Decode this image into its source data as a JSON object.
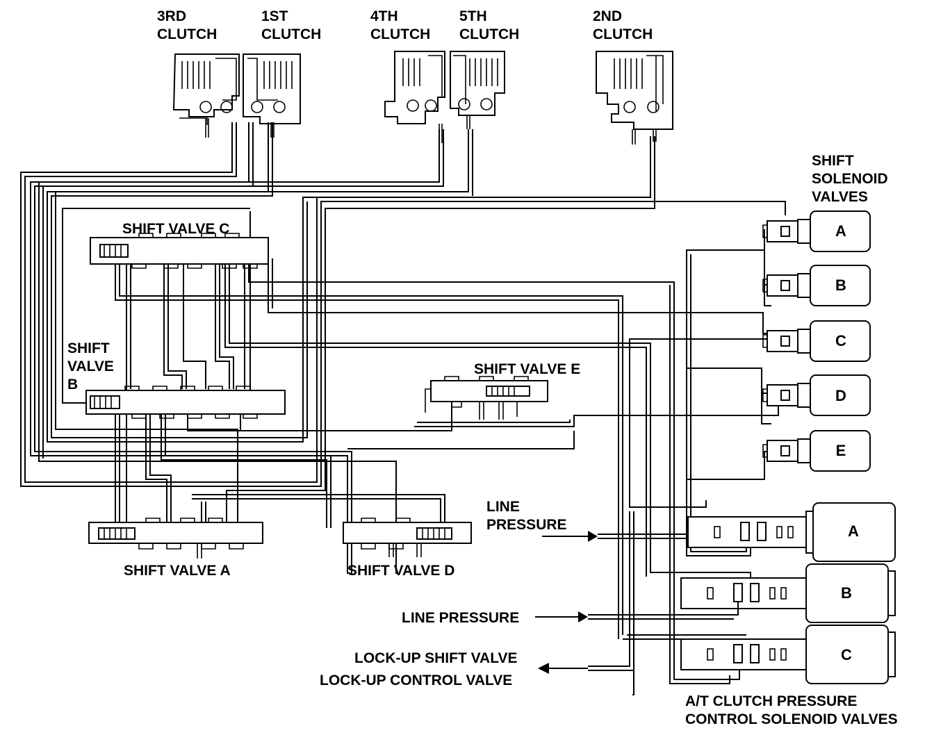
{
  "labels": {
    "clutch_3rd": [
      "3RD",
      "CLUTCH"
    ],
    "clutch_1st": [
      "1ST",
      "CLUTCH"
    ],
    "clutch_4th": [
      "4TH",
      "CLUTCH"
    ],
    "clutch_5th": [
      "5TH",
      "CLUTCH"
    ],
    "clutch_2nd": [
      "2ND",
      "CLUTCH"
    ],
    "shift_solenoid_valves": [
      "SHIFT",
      "SOLENOID",
      "VALVES"
    ],
    "shift_valve_c": "SHIFT VALVE C",
    "shift_valve_b": [
      "SHIFT",
      "VALVE",
      "B"
    ],
    "shift_valve_e": "SHIFT VALVE E",
    "shift_valve_a": "SHIFT VALVE A",
    "shift_valve_d": "SHIFT VALVE D",
    "line_pressure_1": [
      "LINE",
      "PRESSURE"
    ],
    "line_pressure_2": "LINE PRESSURE",
    "lockup_shift": "LOCK-UP SHIFT VALVE",
    "lockup_control": "LOCK-UP CONTROL VALVE",
    "at_clutch": [
      "A/T CLUTCH PRESSURE",
      "CONTROL SOLENOID VALVES"
    ]
  },
  "solenoids": [
    "A",
    "B",
    "C",
    "D",
    "E"
  ],
  "pressure_solenoids": [
    "A",
    "B",
    "C"
  ]
}
